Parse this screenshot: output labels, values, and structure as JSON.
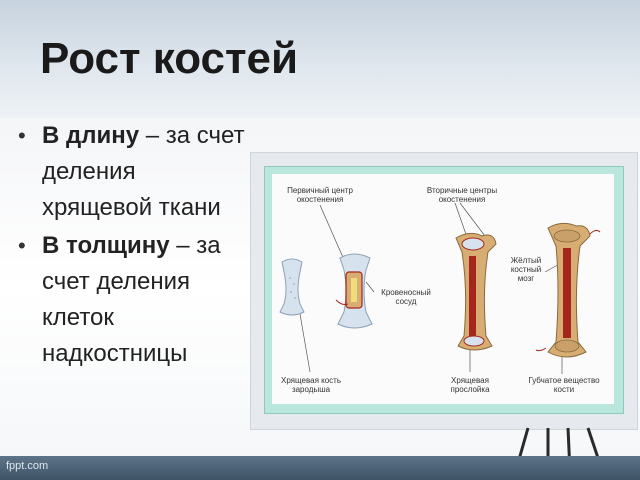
{
  "slide": {
    "title": "Рост костей",
    "bullets": [
      {
        "bold": "В длину",
        "rest": " – за счет деления хрящевой ткани"
      },
      {
        "bold": "В толщину",
        "rest": " – за счет деления клеток надкостницы"
      }
    ]
  },
  "figure": {
    "labels": {
      "primary_center": "Первичный центр окостенения",
      "secondary_centers": "Вторичные центры окостенения",
      "blood_vessel": "Кровеносный сосуд",
      "yellow_marrow": "Жёлтый костный мозг",
      "embryo_cartilage": "Хрящевая кость зародыша",
      "cartilage_layer": "Хрящевая прослойка",
      "spongy_substance": "Губчатое вещество кости"
    }
  },
  "footer": {
    "site": "fppt.com"
  },
  "colors": {
    "bone_outer": "#d8ad73",
    "marrow_red": "#a5261c",
    "cartilage": "#d6e3ee",
    "frame_teal": "#b9e6dd",
    "footer": "#4a5f73"
  }
}
